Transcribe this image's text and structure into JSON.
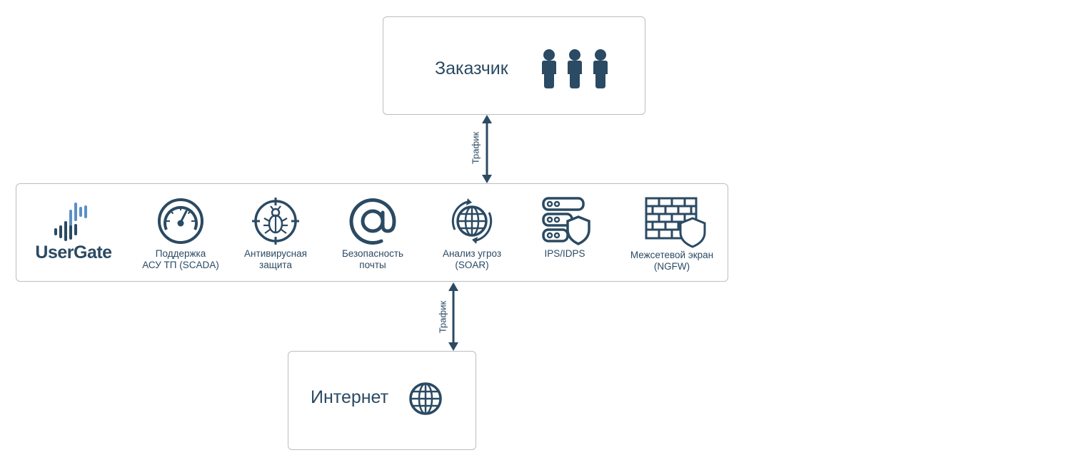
{
  "customer": {
    "title": "Заказчик",
    "icon": "people-icon"
  },
  "internet": {
    "title": "Интернет",
    "icon": "globe-icon"
  },
  "connections": {
    "top_label": "Трафик",
    "bottom_label": "Трафик"
  },
  "usergate": {
    "logo_text": "UserGate",
    "modules": [
      {
        "icon": "gauge-icon",
        "line1": "Поддержка",
        "line2": "АСУ ТП (SCADA)"
      },
      {
        "icon": "bug-target-icon",
        "line1": "Антивирусная",
        "line2": "защита"
      },
      {
        "icon": "at-sign-icon",
        "line1": "Безопасность",
        "line2": "почты"
      },
      {
        "icon": "globe-refresh-icon",
        "line1": "Анализ угроз",
        "line2": "(SOAR)"
      },
      {
        "icon": "server-shield-icon",
        "line1": "IPS/IDPS",
        "line2": ""
      },
      {
        "icon": "firewall-icon",
        "line1": "Межсетевой экран",
        "line2": "(NGFW)"
      }
    ]
  },
  "colors": {
    "primary": "#2b4a63",
    "accent": "#5b8fc7",
    "border": "#b9bec3"
  }
}
